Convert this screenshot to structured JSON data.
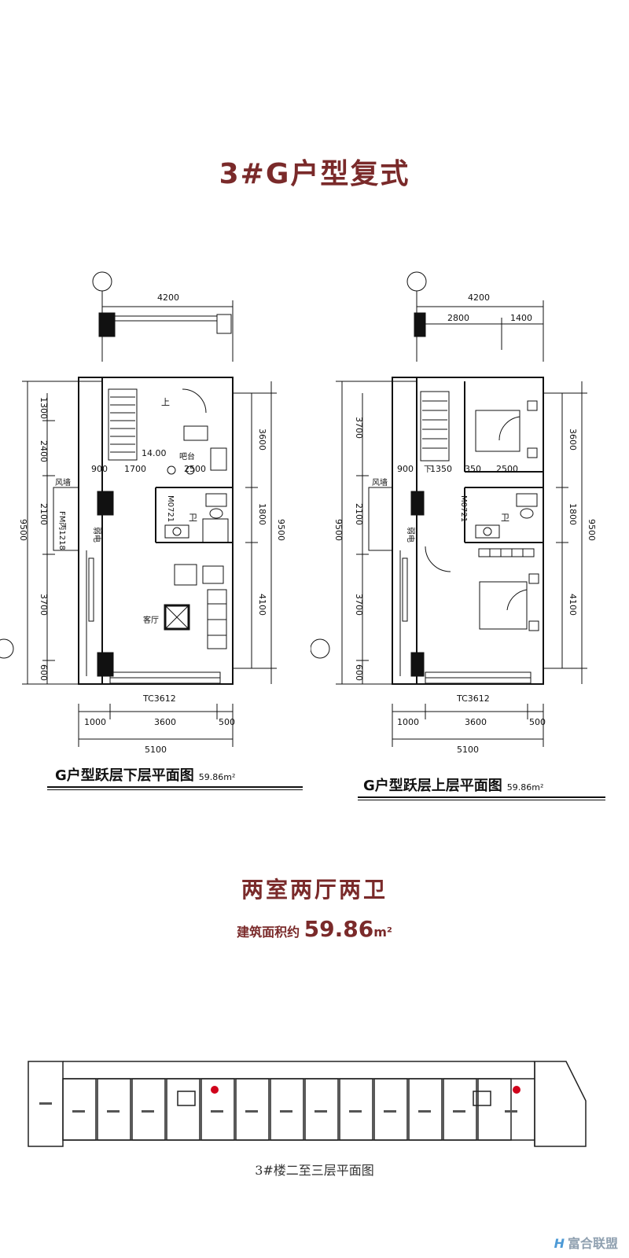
{
  "page_title": "3#G户型复式",
  "accent_color": "#7a2a2a",
  "lower_plan": {
    "caption": "G户型跃层下层平面图",
    "area": "59.86m²",
    "top_dim": "4200",
    "left_dims": [
      "1300",
      "2400",
      "2100",
      "3700",
      "600"
    ],
    "left_total": "9500",
    "right_dims": [
      "3600",
      "1800",
      "4100"
    ],
    "right_total": "9500",
    "bottom_dims": [
      "1000",
      "3600",
      "500"
    ],
    "bottom_total": "5100",
    "window_label": "TC3612",
    "inner_dims": [
      "900",
      "1700",
      "2500"
    ],
    "door_label": "M0721",
    "fm_label": "FM丙1218",
    "labels": {
      "stair_up": "上",
      "elevation": "14.00",
      "balcony": "吧台",
      "wall": "风墙",
      "electric": "弱电",
      "bath": "卫",
      "living": "客厅"
    }
  },
  "upper_plan": {
    "caption": "G户型跃层上层平面图",
    "area": "59.86m²",
    "top_dim": "4200",
    "top_sub_dims": [
      "2800",
      "1400"
    ],
    "left_dims": [
      "3700",
      "2100",
      "3700",
      "600"
    ],
    "left_total": "9500",
    "right_dims": [
      "3600",
      "1800",
      "4100"
    ],
    "right_total": "9500",
    "bottom_dims": [
      "1000",
      "3600",
      "500"
    ],
    "bottom_total": "5100",
    "window_label": "TC3612",
    "inner_dims": [
      "900",
      "1350",
      "350",
      "2500"
    ],
    "door_label": "M0721",
    "labels": {
      "stair_down": "下",
      "wall": "风墙",
      "electric": "弱电",
      "bath": "卫"
    }
  },
  "summary": {
    "layout": "两室两厅两卫",
    "area_label": "建筑面积约",
    "area_value": "59.86",
    "area_unit": "m²"
  },
  "site_plan": {
    "caption": "3#楼二至三层平面图",
    "marker_color": "#d0021b"
  },
  "brand": {
    "logo": "H",
    "name": "富合联盟"
  }
}
